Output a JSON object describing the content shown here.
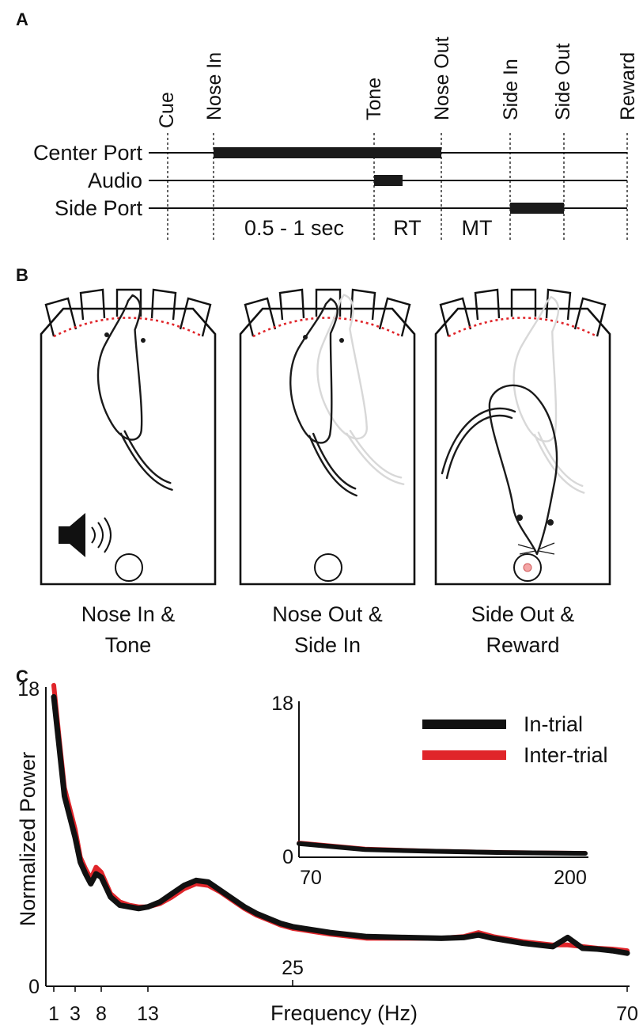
{
  "panels": {
    "a": "A",
    "b": "B",
    "c": "C"
  },
  "panel_a": {
    "events": [
      "Cue",
      "Nose In",
      "Tone",
      "Nose Out",
      "Side In",
      "Side Out",
      "Reward"
    ],
    "rows": [
      "Center Port",
      "Audio",
      "Side Port"
    ],
    "intervals": [
      "0.5 - 1 sec",
      "RT",
      "MT"
    ]
  },
  "panel_b": {
    "captions": [
      [
        "Nose In &",
        "Tone"
      ],
      [
        "Nose Out &",
        "Side In"
      ],
      [
        "Side Out &",
        "Reward"
      ]
    ],
    "colors": {
      "port_boundary": "#e0252a",
      "reward": "#f4a6a6"
    },
    "icons": [
      "speaker-icon",
      "rat-icon",
      "reward-port-icon"
    ]
  },
  "chart_data": [
    {
      "type": "line",
      "title": "",
      "xlabel": "Frequency (Hz)",
      "ylabel": "Normalized Power",
      "x_tick_labels": [
        "1",
        "3",
        "8",
        "13",
        "25",
        "70"
      ],
      "y_tick_labels": [
        "18",
        "0"
      ],
      "ylim": [
        0,
        18
      ],
      "legend_placement": "top-right",
      "series": [
        {
          "name": "In-trial",
          "color": "#111111",
          "x": [
            1,
            1.5,
            2,
            3,
            4,
            5,
            6,
            7,
            8,
            9,
            10,
            11,
            12,
            13,
            14,
            15,
            16,
            17,
            18,
            19,
            20,
            21,
            22,
            23,
            24,
            25,
            30,
            35,
            40,
            45,
            48,
            50,
            52,
            54,
            56,
            58,
            60,
            62,
            64,
            66,
            68,
            70
          ],
          "values": [
            17.5,
            14.5,
            11.5,
            9.0,
            7.5,
            6.8,
            6.2,
            6.8,
            6.6,
            5.4,
            4.9,
            4.8,
            4.7,
            4.8,
            5.1,
            5.6,
            6.1,
            6.4,
            6.3,
            5.8,
            5.3,
            4.8,
            4.4,
            4.1,
            3.8,
            3.6,
            3.25,
            3.0,
            2.95,
            2.9,
            2.95,
            3.1,
            2.9,
            2.75,
            2.6,
            2.5,
            2.4,
            2.95,
            2.3,
            2.25,
            2.15,
            2.0
          ]
        },
        {
          "name": "Inter-trial",
          "color": "#e0252a",
          "x": [
            1,
            1.5,
            2,
            3,
            4,
            5,
            6,
            7,
            8,
            9,
            10,
            11,
            12,
            13,
            14,
            15,
            16,
            17,
            18,
            19,
            20,
            21,
            22,
            23,
            24,
            25,
            30,
            35,
            40,
            45,
            48,
            50,
            52,
            54,
            56,
            58,
            60,
            62,
            64,
            66,
            68,
            70
          ],
          "values": [
            18.2,
            15.0,
            12.0,
            9.5,
            7.8,
            7.1,
            6.5,
            7.2,
            6.9,
            5.6,
            5.1,
            4.9,
            4.8,
            4.8,
            5.0,
            5.4,
            5.9,
            6.2,
            6.1,
            5.7,
            5.2,
            4.7,
            4.3,
            4.0,
            3.7,
            3.5,
            3.15,
            2.9,
            2.9,
            2.9,
            3.0,
            3.25,
            3.0,
            2.85,
            2.7,
            2.6,
            2.5,
            2.5,
            2.4,
            2.3,
            2.25,
            2.15
          ]
        }
      ]
    },
    {
      "type": "line",
      "title": "",
      "x_tick_labels": [
        "70",
        "200"
      ],
      "y_tick_labels": [
        "18",
        "0"
      ],
      "xlim": [
        70,
        200
      ],
      "ylim": [
        0,
        18
      ],
      "series": [
        {
          "name": "In-trial",
          "x": [
            70,
            100,
            130,
            160,
            200
          ],
          "values": [
            1.6,
            0.9,
            0.7,
            0.55,
            0.45
          ]
        },
        {
          "name": "Inter-trial",
          "x": [
            70,
            100,
            130,
            160,
            200
          ],
          "values": [
            1.7,
            1.0,
            0.75,
            0.6,
            0.5
          ]
        }
      ]
    }
  ]
}
